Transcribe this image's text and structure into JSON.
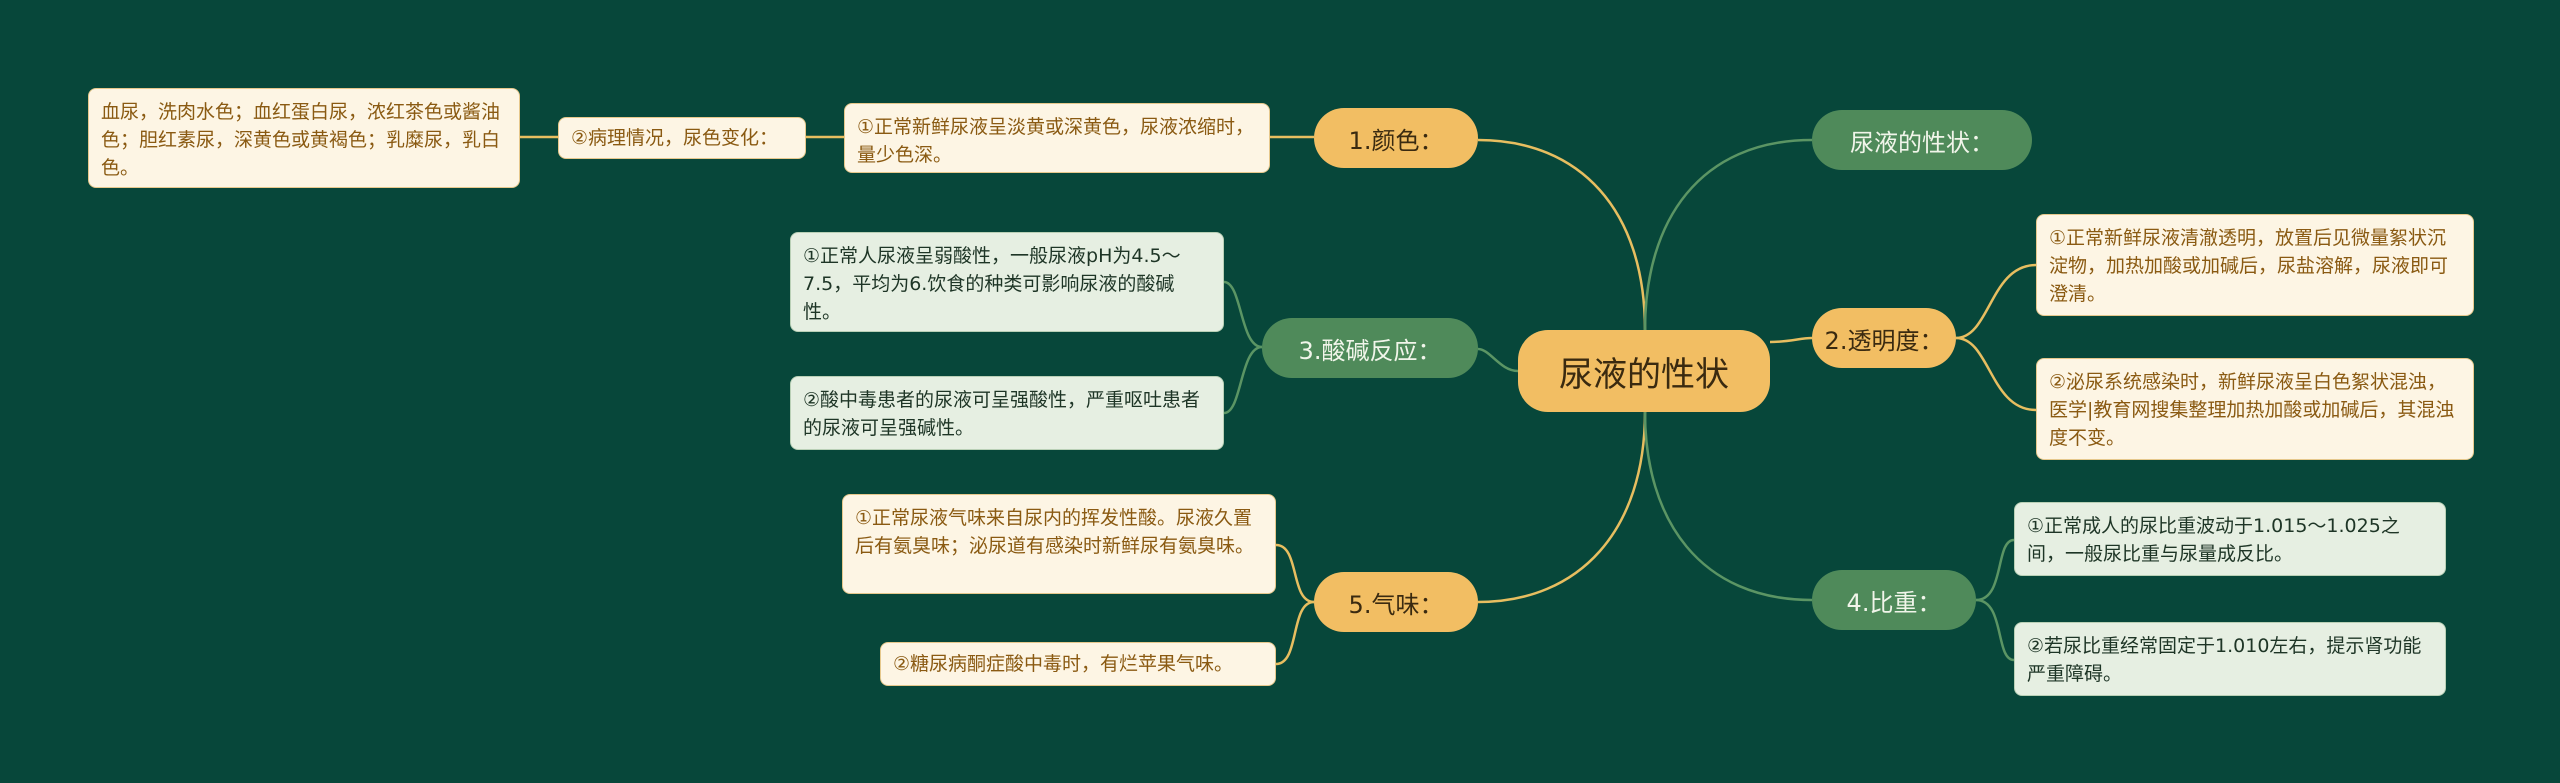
{
  "center": "尿液的性状",
  "branches": {
    "color": {
      "label": "1.颜色：",
      "detail_1": "①正常新鲜尿液呈淡黄或深黄色，尿液浓缩时，量少色深。",
      "detail_2": "②病理情况，尿色变化：",
      "detail_2_child": "血尿，洗肉水色；血红蛋白尿，浓红茶色或酱油色；胆红素尿，深黄色或黄褐色；乳糜尿，乳白色。"
    },
    "acidity": {
      "label": "3.酸碱反应：",
      "detail_1": "①正常人尿液呈弱酸性，一般尿液pH为4.5～7.5，平均为6.饮食的种类可影响尿液的酸碱性。",
      "detail_2": "②酸中毒患者的尿液可呈强酸性，严重呕吐患者的尿液可呈强碱性。"
    },
    "odor": {
      "label": "5.气味：",
      "detail_1": "①正常尿液气味来自尿内的挥发性酸。尿液久置后有氨臭味；泌尿道有感染时新鲜尿有氨臭味。",
      "detail_2": "②糖尿病酮症酸中毒时，有烂苹果气味。"
    },
    "properties": {
      "label": "尿液的性状："
    },
    "clarity": {
      "label": "2.透明度：",
      "detail_1": "①正常新鲜尿液清澈透明，放置后见微量絮状沉淀物，加热加酸或加碱后，尿盐溶解，尿液即可澄清。",
      "detail_2": "②泌尿系统感染时，新鲜尿液呈白色絮状混浊，医学|教育网搜集整理加热加酸或加碱后，其混浊度不变。"
    },
    "gravity": {
      "label": "4.比重：",
      "detail_1": "①正常成人的尿比重波动于1.015～1.025之间，一般尿比重与尿量成反比。",
      "detail_2": "②若尿比重经常固定于1.010左右，提示肾功能严重障碍。"
    }
  }
}
